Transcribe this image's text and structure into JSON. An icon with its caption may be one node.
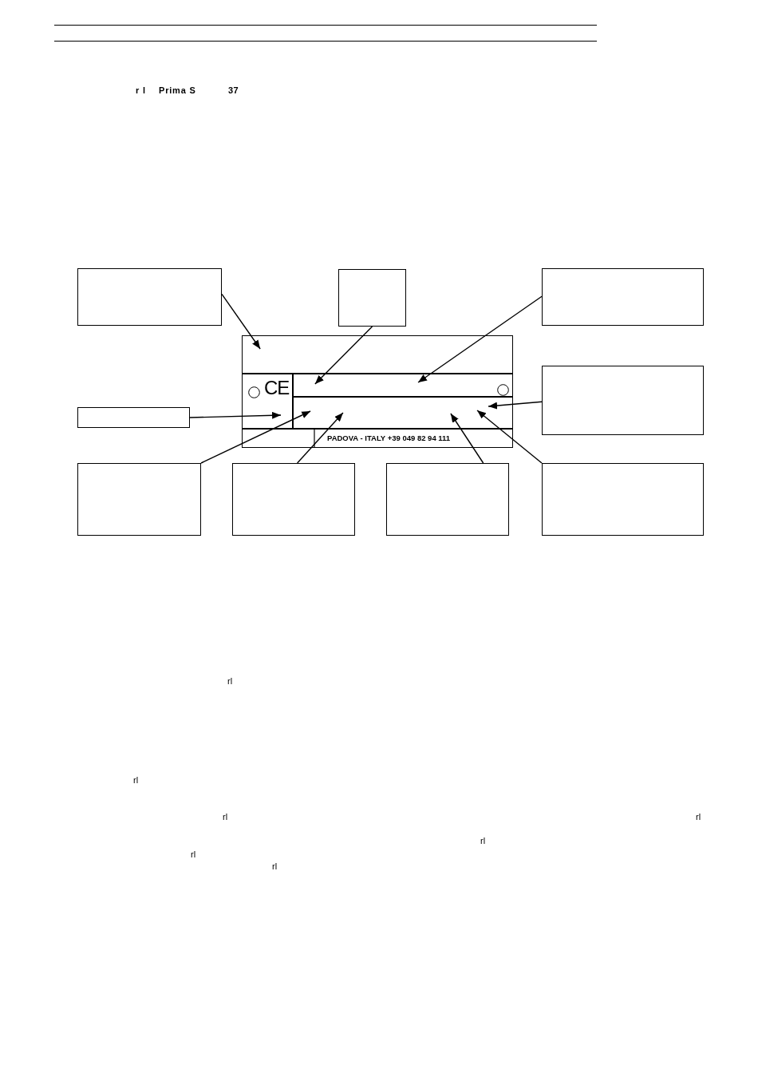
{
  "diagram": {
    "nodes": [
      {
        "text": [],
        "shape": "box"
      },
      {
        "text": [],
        "shape": "box"
      },
      {
        "text": [],
        "shape": "box"
      },
      {
        "text": [],
        "shape": "box"
      },
      {
        "text": [],
        "shape": "box",
        "in": 3
      },
      {
        "text": [],
        "shape": "box",
        "in": 3
      },
      {
        "text": [],
        "shape": "box",
        "in": 3
      },
      {
        "text": [],
        "shape": "box",
        "in": 3
      },
      {
        "text": [
          "PADOVA - ITALY +39 049 82 94 111"
        ],
        "in": 3
      },
      {
        "text": [],
        "shape": "box"
      },
      {
        "text": [],
        "shape": "box"
      },
      {
        "text": [],
        "shape": "box"
      },
      {
        "text": [],
        "shape": "box"
      },
      {
        "text": [],
        "shape": "box"
      },
      {
        "text": [],
        "shape": "box"
      }
    ],
    "edges": [
      {
        "from": 0,
        "to": 4,
        "arrow": "to"
      },
      {
        "from": 1,
        "to": 6,
        "arrow": "to"
      },
      {
        "from": 2,
        "to": 6,
        "arrow": "to"
      },
      {
        "from": 9,
        "to": 7,
        "arrow": "to"
      },
      {
        "from": 10,
        "to": 5,
        "arrow": "to"
      },
      {
        "from": 11,
        "to": 7,
        "arrow": "to"
      },
      {
        "from": 12,
        "to": 7,
        "arrow": "to"
      },
      {
        "from": 13,
        "to": 7,
        "arrow": "to"
      },
      {
        "from": 14,
        "to": 7,
        "arrow": "to"
      }
    ],
    "labels": [
      "r l",
      "Prima S",
      "37",
      "CE",
      "rl",
      "rl",
      "rl",
      "rl",
      "rl",
      "rl",
      "rl"
    ]
  }
}
